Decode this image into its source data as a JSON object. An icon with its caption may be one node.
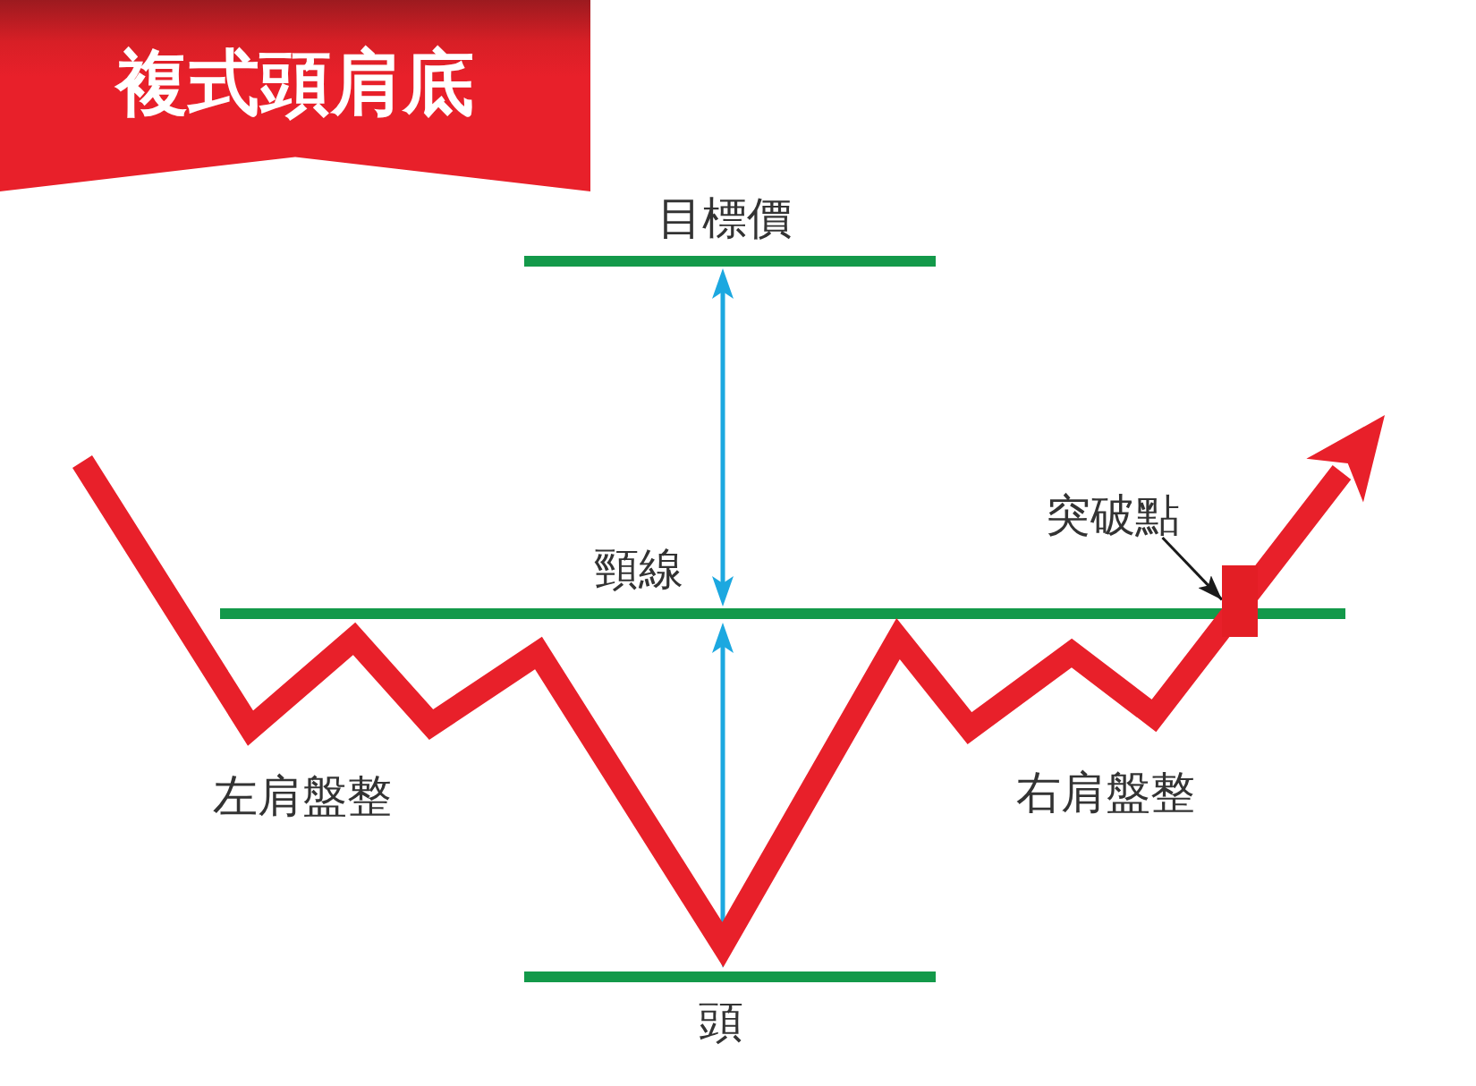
{
  "diagram": {
    "title": "複式頭肩底",
    "nodes": [
      {
        "text": [
          "突破點"
        ]
      },
      {
        "text": [],
        "shape": "box"
      }
    ],
    "edges": [
      {
        "from": 0,
        "to": 1,
        "arrow": "to"
      }
    ],
    "labels": [
      "目標價",
      "頸線",
      "左肩盤整",
      "右肩盤整",
      "頭"
    ]
  }
}
